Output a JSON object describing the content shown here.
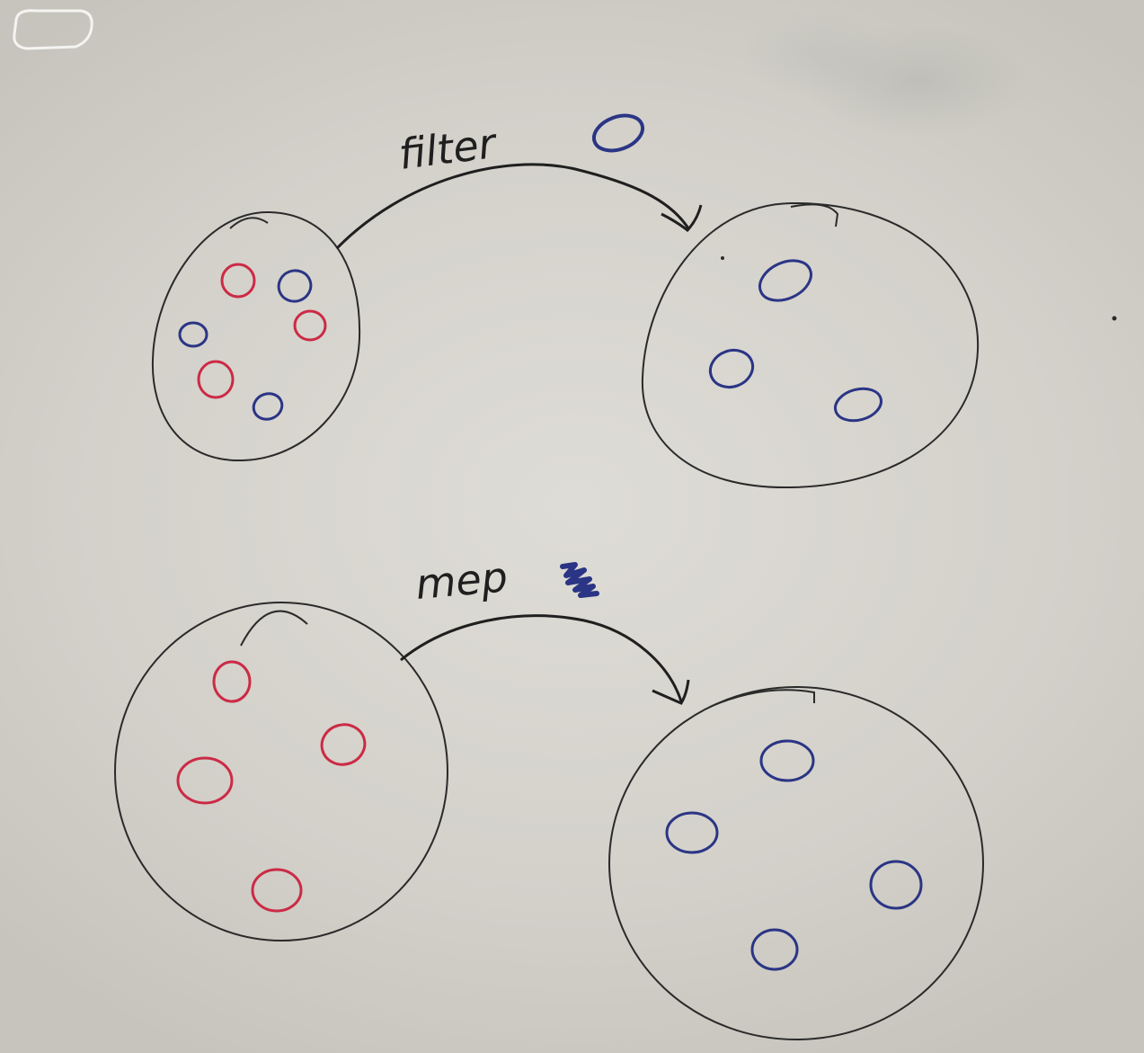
{
  "labels": {
    "filter": "filter",
    "map": "mep"
  },
  "colors": {
    "board": "#d6d4cd",
    "ink_black": "#2a2a2a",
    "ink_red": "#cc2a45",
    "ink_blue": "#2b3585"
  },
  "diagram": {
    "rows": [
      {
        "operation": "filter",
        "input_items": [
          "red",
          "blue",
          "red",
          "blue",
          "red",
          "blue"
        ],
        "output_items": [
          "blue",
          "blue",
          "blue"
        ],
        "legend_marker": "blue-circle"
      },
      {
        "operation": "mep",
        "input_items": [
          "red",
          "red",
          "red",
          "red"
        ],
        "output_items": [
          "blue",
          "blue",
          "blue",
          "blue"
        ],
        "legend_marker": "blue-scribble"
      }
    ]
  }
}
